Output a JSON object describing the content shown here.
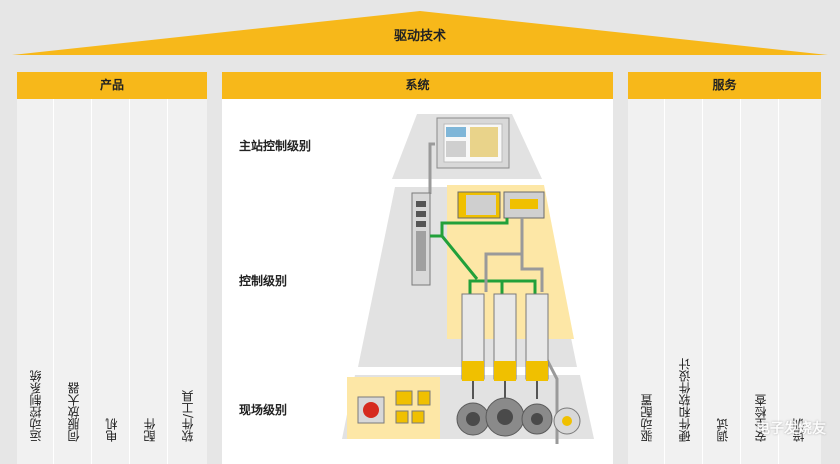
{
  "roof": {
    "title": "驱动技术"
  },
  "columns": {
    "products": {
      "title": "产品",
      "items": [
        "运动控制系统",
        "伺服放大器",
        "电机",
        "配件",
        "软件/工具"
      ]
    },
    "system": {
      "title": "系统",
      "levels": [
        "主站控制级别",
        "控制级别",
        "现场级别"
      ]
    },
    "services": {
      "title": "服务",
      "items": [
        "驱动配置",
        "硬件和软件设计",
        "调试",
        "安全检查",
        "培训"
      ]
    }
  },
  "watermark": "电子发烧友",
  "colors": {
    "accent": "#f7b81a",
    "accent_light": "#fde7a6",
    "network": "#22a03a",
    "wire": "#9a9a9a",
    "pyramid": "#e2e2e2"
  }
}
